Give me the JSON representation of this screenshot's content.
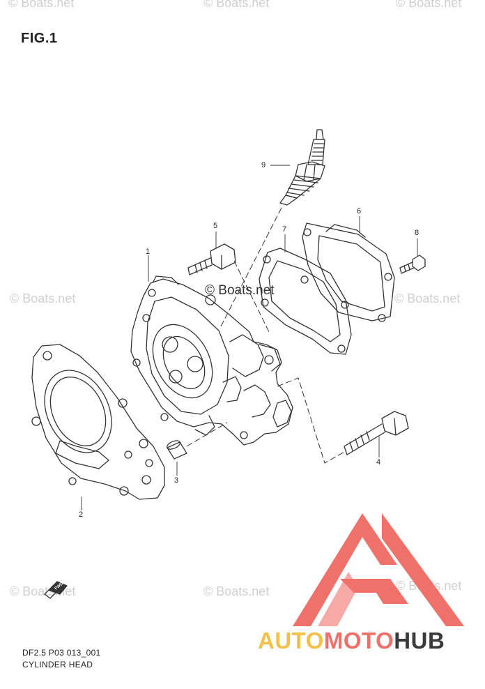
{
  "figure": {
    "title": "FIG.1"
  },
  "watermark": {
    "text": "© Boats.net"
  },
  "callouts": [
    "1",
    "2",
    "3",
    "4",
    "5",
    "6",
    "7",
    "8",
    "9"
  ],
  "footer": {
    "code": "DF2.5 P03 013_001",
    "name": "CYLINDER HEAD"
  },
  "fwd_arrow": {
    "label": "FWD"
  },
  "brand": {
    "part1": "AUTO",
    "part2": "MOTO",
    "part3": "HUB"
  },
  "colors": {
    "line": "#333333",
    "logo_red": "#f0706a",
    "logo_yellow": "#f3c14a",
    "logo_dark": "#3a3a3a",
    "watermark": "#cfcfcf"
  }
}
